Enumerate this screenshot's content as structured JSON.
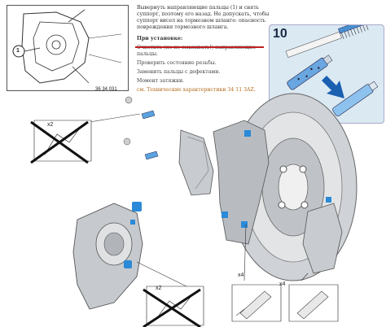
{
  "inset": {
    "callout": "1",
    "figure_id": "36 34 031"
  },
  "instructions": {
    "intro": "Вывернуть направляющие пальцы (1) и снять суппорт, поэтому его назад. Не допускать, чтобы суппорт висел на тормозном шланге: опасность повреждения тормозного шланга.",
    "header": "При установке:",
    "item1": "Очистить (но не смазывать!) направляющие пальцы.",
    "item2": "Проверить состояние резьбы.",
    "item3": "Заменить пальцы с дефектами.",
    "item4": "Момент затяжки.",
    "item5": "см. Технические характеристики 34 11 3AZ."
  },
  "step": {
    "number": "10"
  },
  "multipliers": {
    "top_left": "x2",
    "bottom_left": "x2",
    "pad_lower": "x4",
    "pad_right": "x4"
  },
  "colors": {
    "accent_blue": "#2a8ad8",
    "underline_red": "#c02020",
    "step_bg": "#dbe9f3"
  }
}
